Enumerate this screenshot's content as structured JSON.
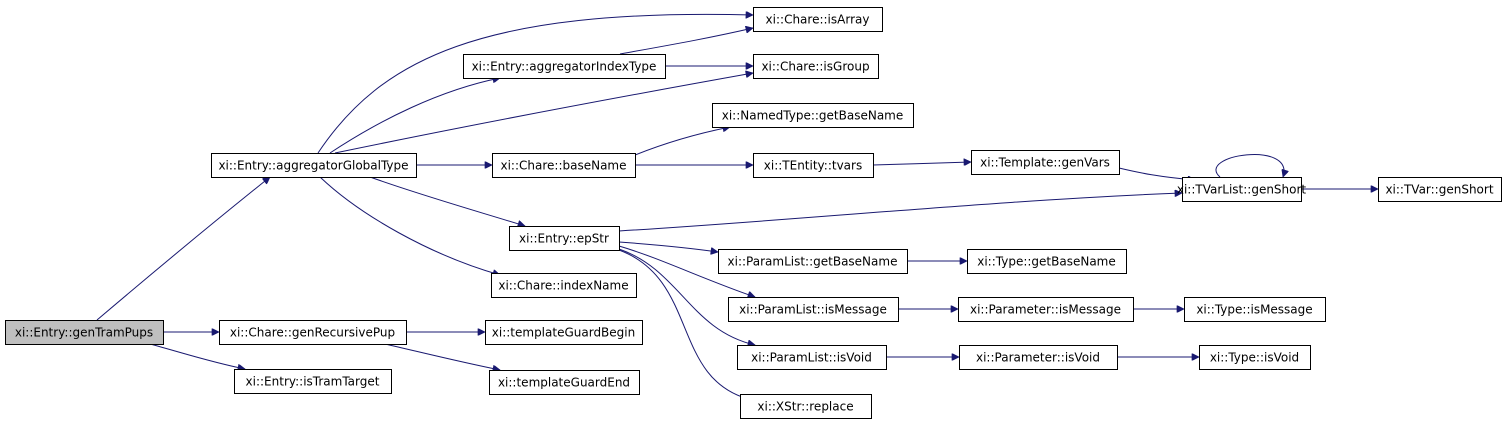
{
  "graph": {
    "root": "gentrampups",
    "colors": {
      "edge": "#191970",
      "root_fill": "#bfbfbf",
      "node_fill": "#ffffff",
      "border": "#000000"
    },
    "nodes": [
      {
        "id": "gentrampups",
        "label": "xi::Entry::genTramPups"
      },
      {
        "id": "aggglobal",
        "label": "xi::Entry::aggregatorGlobalType"
      },
      {
        "id": "genrecpup",
        "label": "xi::Chare::genRecursivePup"
      },
      {
        "id": "istramtarget",
        "label": "xi::Entry::isTramTarget"
      },
      {
        "id": "isarray",
        "label": "xi::Chare::isArray"
      },
      {
        "id": "aggindex",
        "label": "xi::Entry::aggregatorIndexType"
      },
      {
        "id": "isgroup",
        "label": "xi::Chare::isGroup"
      },
      {
        "id": "named_getbase",
        "label": "xi::NamedType::getBaseName"
      },
      {
        "id": "basename",
        "label": "xi::Chare::baseName"
      },
      {
        "id": "tvars",
        "label": "xi::TEntity::tvars"
      },
      {
        "id": "genvars",
        "label": "xi::Template::genVars"
      },
      {
        "id": "genshort",
        "label": "xi::TVarList::genShort"
      },
      {
        "id": "tvargenshort",
        "label": "xi::TVar::genShort"
      },
      {
        "id": "epstr",
        "label": "xi::Entry::epStr"
      },
      {
        "id": "pl_getbase",
        "label": "xi::ParamList::getBaseName"
      },
      {
        "id": "type_getbase",
        "label": "xi::Type::getBaseName"
      },
      {
        "id": "indexname",
        "label": "xi::Chare::indexName"
      },
      {
        "id": "pl_ismsg",
        "label": "xi::ParamList::isMessage"
      },
      {
        "id": "param_ismsg",
        "label": "xi::Parameter::isMessage"
      },
      {
        "id": "type_ismsg",
        "label": "xi::Type::isMessage"
      },
      {
        "id": "tgbegin",
        "label": "xi::templateGuardBegin"
      },
      {
        "id": "pl_isvoid",
        "label": "xi::ParamList::isVoid"
      },
      {
        "id": "param_isvoid",
        "label": "xi::Parameter::isVoid"
      },
      {
        "id": "type_isvoid",
        "label": "xi::Type::isVoid"
      },
      {
        "id": "tgend",
        "label": "xi::templateGuardEnd"
      },
      {
        "id": "replace",
        "label": "xi::XStr::replace"
      }
    ],
    "edges": [
      [
        "gentrampups",
        "aggglobal"
      ],
      [
        "gentrampups",
        "genrecpup"
      ],
      [
        "gentrampups",
        "istramtarget"
      ],
      [
        "aggglobal",
        "isarray"
      ],
      [
        "aggglobal",
        "aggindex"
      ],
      [
        "aggglobal",
        "isgroup"
      ],
      [
        "aggglobal",
        "basename"
      ],
      [
        "aggglobal",
        "epstr"
      ],
      [
        "aggglobal",
        "indexname"
      ],
      [
        "aggindex",
        "isarray"
      ],
      [
        "aggindex",
        "isgroup"
      ],
      [
        "basename",
        "named_getbase"
      ],
      [
        "basename",
        "tvars"
      ],
      [
        "tvars",
        "genvars"
      ],
      [
        "genvars",
        "genshort"
      ],
      [
        "genshort",
        "genshort"
      ],
      [
        "genshort",
        "tvargenshort"
      ],
      [
        "epstr",
        "genshort"
      ],
      [
        "epstr",
        "pl_getbase"
      ],
      [
        "epstr",
        "pl_ismsg"
      ],
      [
        "epstr",
        "pl_isvoid"
      ],
      [
        "epstr",
        "replace"
      ],
      [
        "pl_getbase",
        "type_getbase"
      ],
      [
        "pl_ismsg",
        "param_ismsg"
      ],
      [
        "param_ismsg",
        "type_ismsg"
      ],
      [
        "pl_isvoid",
        "param_isvoid"
      ],
      [
        "param_isvoid",
        "type_isvoid"
      ],
      [
        "genrecpup",
        "tgbegin"
      ],
      [
        "genrecpup",
        "tgend"
      ]
    ]
  }
}
